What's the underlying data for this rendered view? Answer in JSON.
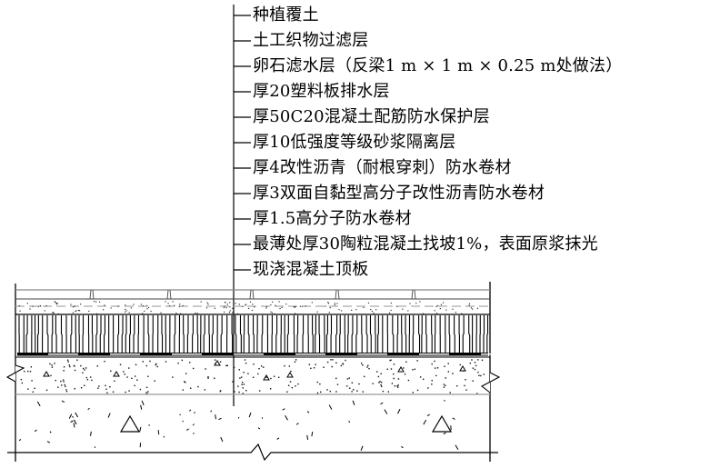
{
  "diagram": {
    "layers": [
      "种植覆土",
      "土工织物过滤层",
      "卵石滤水层（反梁1 m × 1 m × 0.25 m处做法）",
      "厚20塑料板排水层",
      "厚50C20混凝土配筋防水保护层",
      "厚10低强度等级砂浆隔离层",
      "厚4改性沥青（耐根穿刺）防水卷材",
      "厚3双面自黏型高分子改性沥青防水卷材",
      "厚1.5高分子防水卷材",
      "最薄处厚30陶粒混凝土找坡1%，表面原浆抹光",
      "现浇混凝土顶板"
    ]
  }
}
